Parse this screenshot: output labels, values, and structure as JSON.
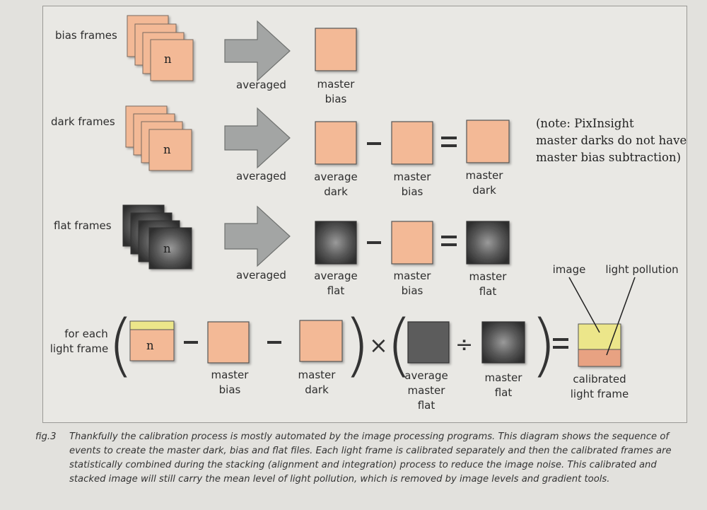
{
  "rows": {
    "bias": {
      "label": "bias frames",
      "n": "n",
      "arrow": "averaged",
      "result": [
        "master",
        "bias"
      ]
    },
    "dark": {
      "label": "dark frames",
      "n": "n",
      "arrow": "averaged",
      "avg": [
        "average",
        "dark"
      ],
      "sub": [
        "master",
        "bias"
      ],
      "result": [
        "master",
        "dark"
      ]
    },
    "flat": {
      "label": "flat frames",
      "n": "n",
      "arrow": "averaged",
      "avg": [
        "average",
        "flat"
      ],
      "sub": [
        "master",
        "bias"
      ],
      "result": [
        "master",
        "flat"
      ]
    },
    "light": {
      "label": [
        "for each",
        "light frame"
      ],
      "n": "n",
      "bias": [
        "master",
        "bias"
      ],
      "dark": [
        "master",
        "dark"
      ],
      "avgflat": [
        "average",
        "master",
        "flat"
      ],
      "masterflat": [
        "master",
        "flat"
      ],
      "result": [
        "calibrated",
        "light frame"
      ],
      "annot_image": "image",
      "annot_lp": "light pollution"
    }
  },
  "note": [
    "(note: PixInsight",
    "master darks do not have",
    "master bias subtraction)"
  ],
  "operators": {
    "minus": "–",
    "equals": "=",
    "times": "×",
    "divide": "÷",
    "lparen": "(",
    "rparen": ")"
  },
  "caption": {
    "fig": "fig.3",
    "text": "Thankfully the calibration process is mostly automated by the image processing programs. This diagram shows the sequence of events to create the master dark, bias and flat files. Each light frame is calibrated separately and then the calibrated frames are statistically combined during the stacking (alignment and integration) process to reduce the image noise. This calibrated and stacked image will still carry the mean level of light pollution, which is removed by image levels and gradient tools."
  },
  "colors": {
    "peach": "#f3b996",
    "gray": "#5b5b5b",
    "yellow": "#ece68a",
    "arrow": "#a3a5a4"
  }
}
